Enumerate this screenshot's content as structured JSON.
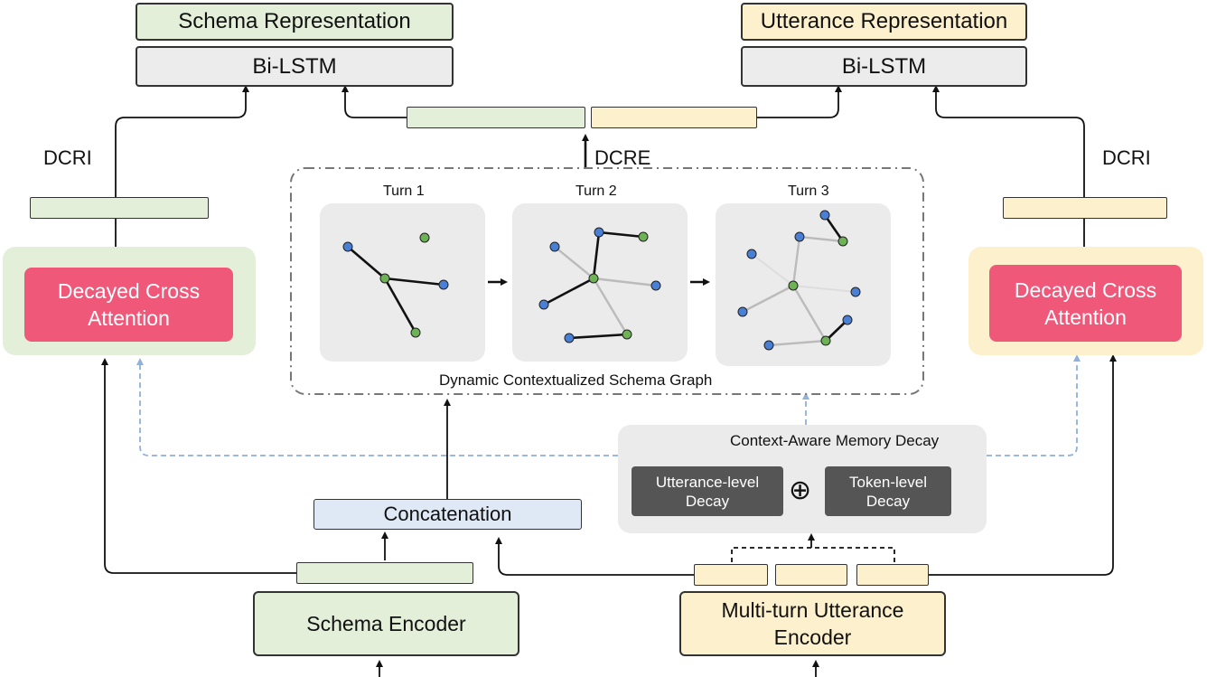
{
  "top": {
    "schema_representation": "Schema Representation",
    "utterance_representation": "Utterance Representation",
    "bilstm_left": "Bi-LSTM",
    "bilstm_right": "Bi-LSTM"
  },
  "labels": {
    "dcri_left": "DCRI",
    "dcri_right": "DCRI",
    "dcre": "DCRE"
  },
  "attention": {
    "left": "Decayed Cross Attention",
    "right": "Decayed Cross Attention"
  },
  "graph": {
    "caption": "Dynamic Contextualized Schema Graph",
    "turns": [
      "Turn 1",
      "Turn 2",
      "Turn 3"
    ]
  },
  "memory_decay": {
    "title": "Context-Aware Memory Decay",
    "utterance_level": "Utterance-level Decay",
    "token_level": "Token-level Decay",
    "operator": "⊕"
  },
  "concatenation": "Concatenation",
  "encoders": {
    "schema": "Schema Encoder",
    "utterance": "Multi-turn Utterance Encoder"
  },
  "colors": {
    "schema_green": "#e3efd9",
    "utterance_yellow": "#fdf0cc",
    "attention_pink": "#f0587a",
    "node_blue": "#4a7fd6",
    "node_green": "#6db356",
    "dashed_blue": "#8fb1da"
  }
}
